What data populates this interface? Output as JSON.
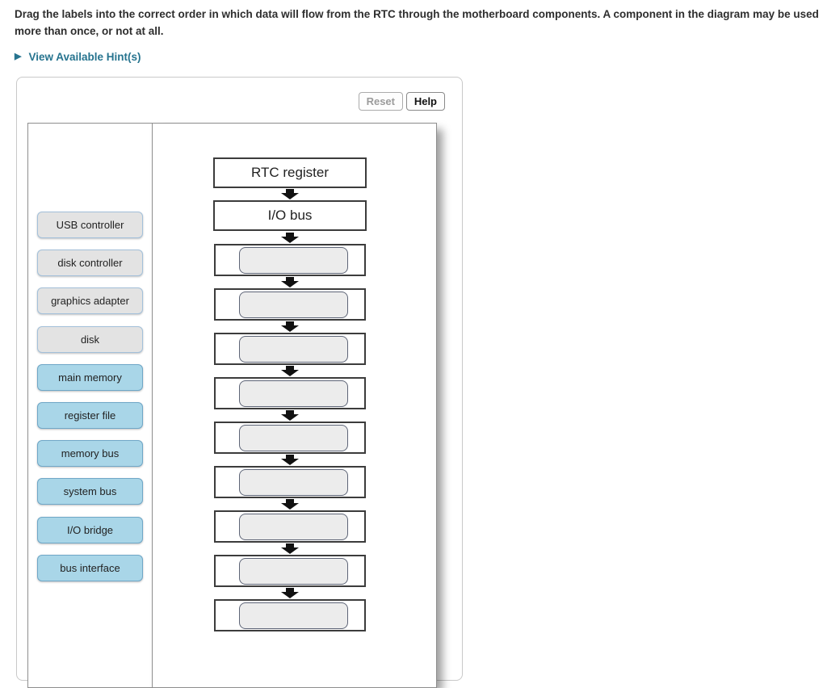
{
  "instructions": {
    "text": "Drag the labels into the correct order in which data will flow from the RTC through the motherboard components. A component in the diagram may be used more than once, or not at all."
  },
  "hints": {
    "label": "View Available Hint(s)",
    "expander_icon": "right-triangle"
  },
  "toolbar": {
    "reset_label": "Reset",
    "help_label": "Help"
  },
  "labels_tray": {
    "items": [
      {
        "label": "USB controller",
        "variant": "gray"
      },
      {
        "label": "disk controller",
        "variant": "gray"
      },
      {
        "label": "graphics adapter",
        "variant": "gray"
      },
      {
        "label": "disk",
        "variant": "gray"
      },
      {
        "label": "main memory",
        "variant": "blue"
      },
      {
        "label": "register file",
        "variant": "blue"
      },
      {
        "label": "memory bus",
        "variant": "blue"
      },
      {
        "label": "system bus",
        "variant": "blue"
      },
      {
        "label": "I/O bridge",
        "variant": "blue"
      },
      {
        "label": "bus interface",
        "variant": "blue"
      }
    ]
  },
  "flowchart": {
    "nodes": [
      {
        "type": "box",
        "label": "RTC register"
      },
      {
        "type": "box",
        "label": "I/O bus"
      },
      {
        "type": "slot",
        "label": ""
      },
      {
        "type": "slot",
        "label": ""
      },
      {
        "type": "slot",
        "label": ""
      },
      {
        "type": "slot",
        "label": ""
      },
      {
        "type": "slot",
        "label": ""
      },
      {
        "type": "slot",
        "label": ""
      },
      {
        "type": "slot",
        "label": ""
      },
      {
        "type": "slot",
        "label": ""
      },
      {
        "type": "slot",
        "label": ""
      }
    ],
    "connector_icon": "down-arrow"
  },
  "colors": {
    "hint_link": "#27748f",
    "label_blue_fill": "#a9d6e8",
    "label_blue_border": "#6fa7c7",
    "label_gray_fill": "#e3e3e3",
    "label_gray_border": "#a3c0da",
    "slot_well_fill": "#ececec",
    "slot_well_border": "#5e6577",
    "arrow": "#111111"
  }
}
